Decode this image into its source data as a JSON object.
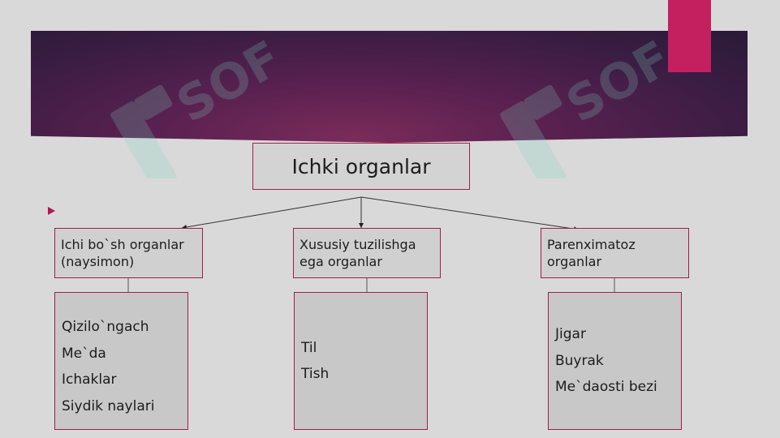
{
  "colors": {
    "banner_dark": "#2a1a36",
    "banner_mid": "#5a2150",
    "accent": "#c4205f",
    "box_border": "#a02048",
    "background": "#d9d9d9"
  },
  "diagram": {
    "root": {
      "label": "Ichki organlar"
    },
    "categories": [
      {
        "lines": [
          "Ichi bo`sh organlar",
          "(naysimon)"
        ],
        "items": [
          "Qizilo`ngach",
          "Me`da",
          "Ichaklar",
          "Siydik naylari"
        ]
      },
      {
        "lines": [
          "Xususiy tuzilishga",
          "ega organlar"
        ],
        "items": [
          "Til",
          "Tish"
        ]
      },
      {
        "lines": [
          "Parenximatoz",
          "organlar"
        ],
        "items": [
          "Jigar",
          "Buyrak",
          "Me`daosti bezi"
        ]
      }
    ]
  }
}
